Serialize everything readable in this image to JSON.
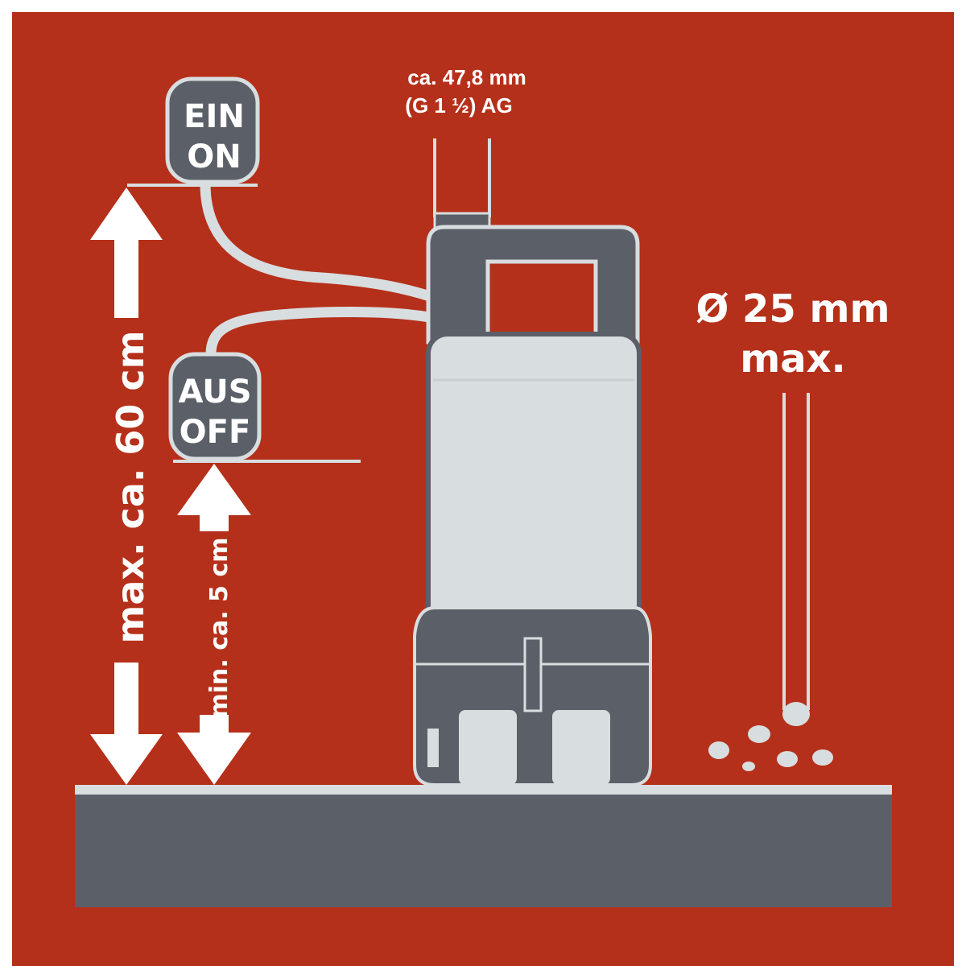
{
  "switch_on": {
    "line1": "EIN",
    "line2": "ON"
  },
  "switch_off": {
    "line1": "AUS",
    "line2": "OFF"
  },
  "outlet": {
    "line1": "ca. 47,8 mm",
    "line2": "(G 1 ½) AG"
  },
  "max_height_label": "max. ca. 60 cm",
  "min_height_label": "min. ca. 5 cm",
  "particle": {
    "line1": "Ø 25 mm",
    "line2": "max."
  },
  "colors": {
    "background": "#b5301a",
    "pump_dark": "#5b6068",
    "pump_light": "#d8dde0",
    "floor": "#5a5f68",
    "arrow": "#ffffff"
  }
}
